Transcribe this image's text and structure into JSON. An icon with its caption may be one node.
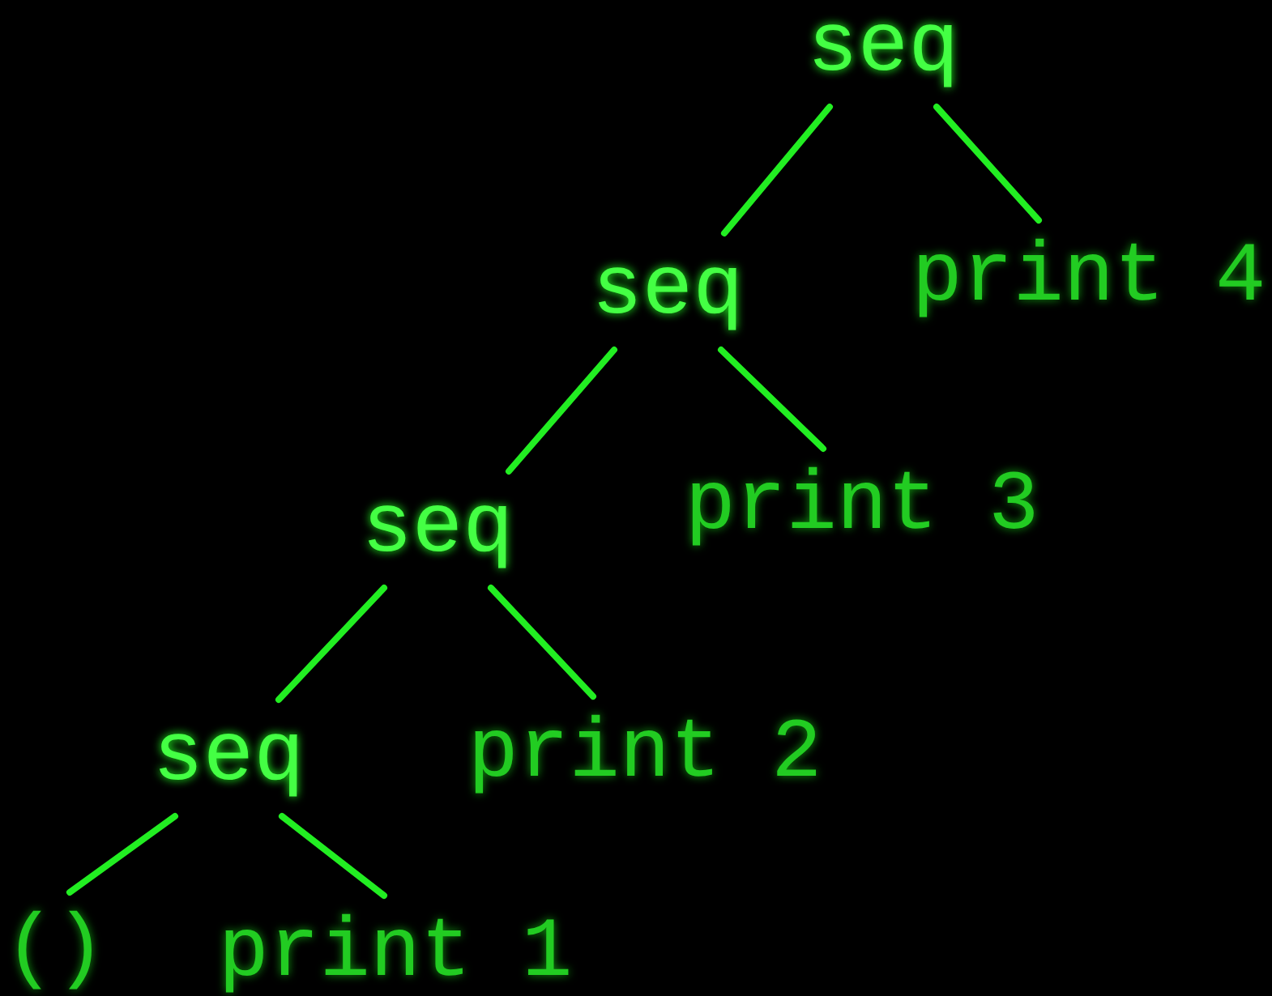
{
  "diagram": {
    "nodes": [
      {
        "text": [
          "seq"
        ]
      },
      {
        "text": [
          "seq"
        ]
      },
      {
        "text": [
          "print 4"
        ]
      },
      {
        "text": [
          "seq"
        ]
      },
      {
        "text": [
          "print 3"
        ]
      },
      {
        "text": [
          "seq"
        ]
      },
      {
        "text": [
          "print 2"
        ]
      },
      {
        "text": [
          "()"
        ]
      },
      {
        "text": [
          "print 1"
        ]
      }
    ],
    "edges": [
      {
        "from": 0,
        "to": 1,
        "arrow": "none"
      },
      {
        "from": 0,
        "to": 2,
        "arrow": "none"
      },
      {
        "from": 1,
        "to": 3,
        "arrow": "none"
      },
      {
        "from": 1,
        "to": 4,
        "arrow": "none"
      },
      {
        "from": 3,
        "to": 5,
        "arrow": "none"
      },
      {
        "from": 3,
        "to": 6,
        "arrow": "none"
      },
      {
        "from": 5,
        "to": 7,
        "arrow": "none"
      },
      {
        "from": 5,
        "to": 8,
        "arrow": "none"
      }
    ]
  }
}
